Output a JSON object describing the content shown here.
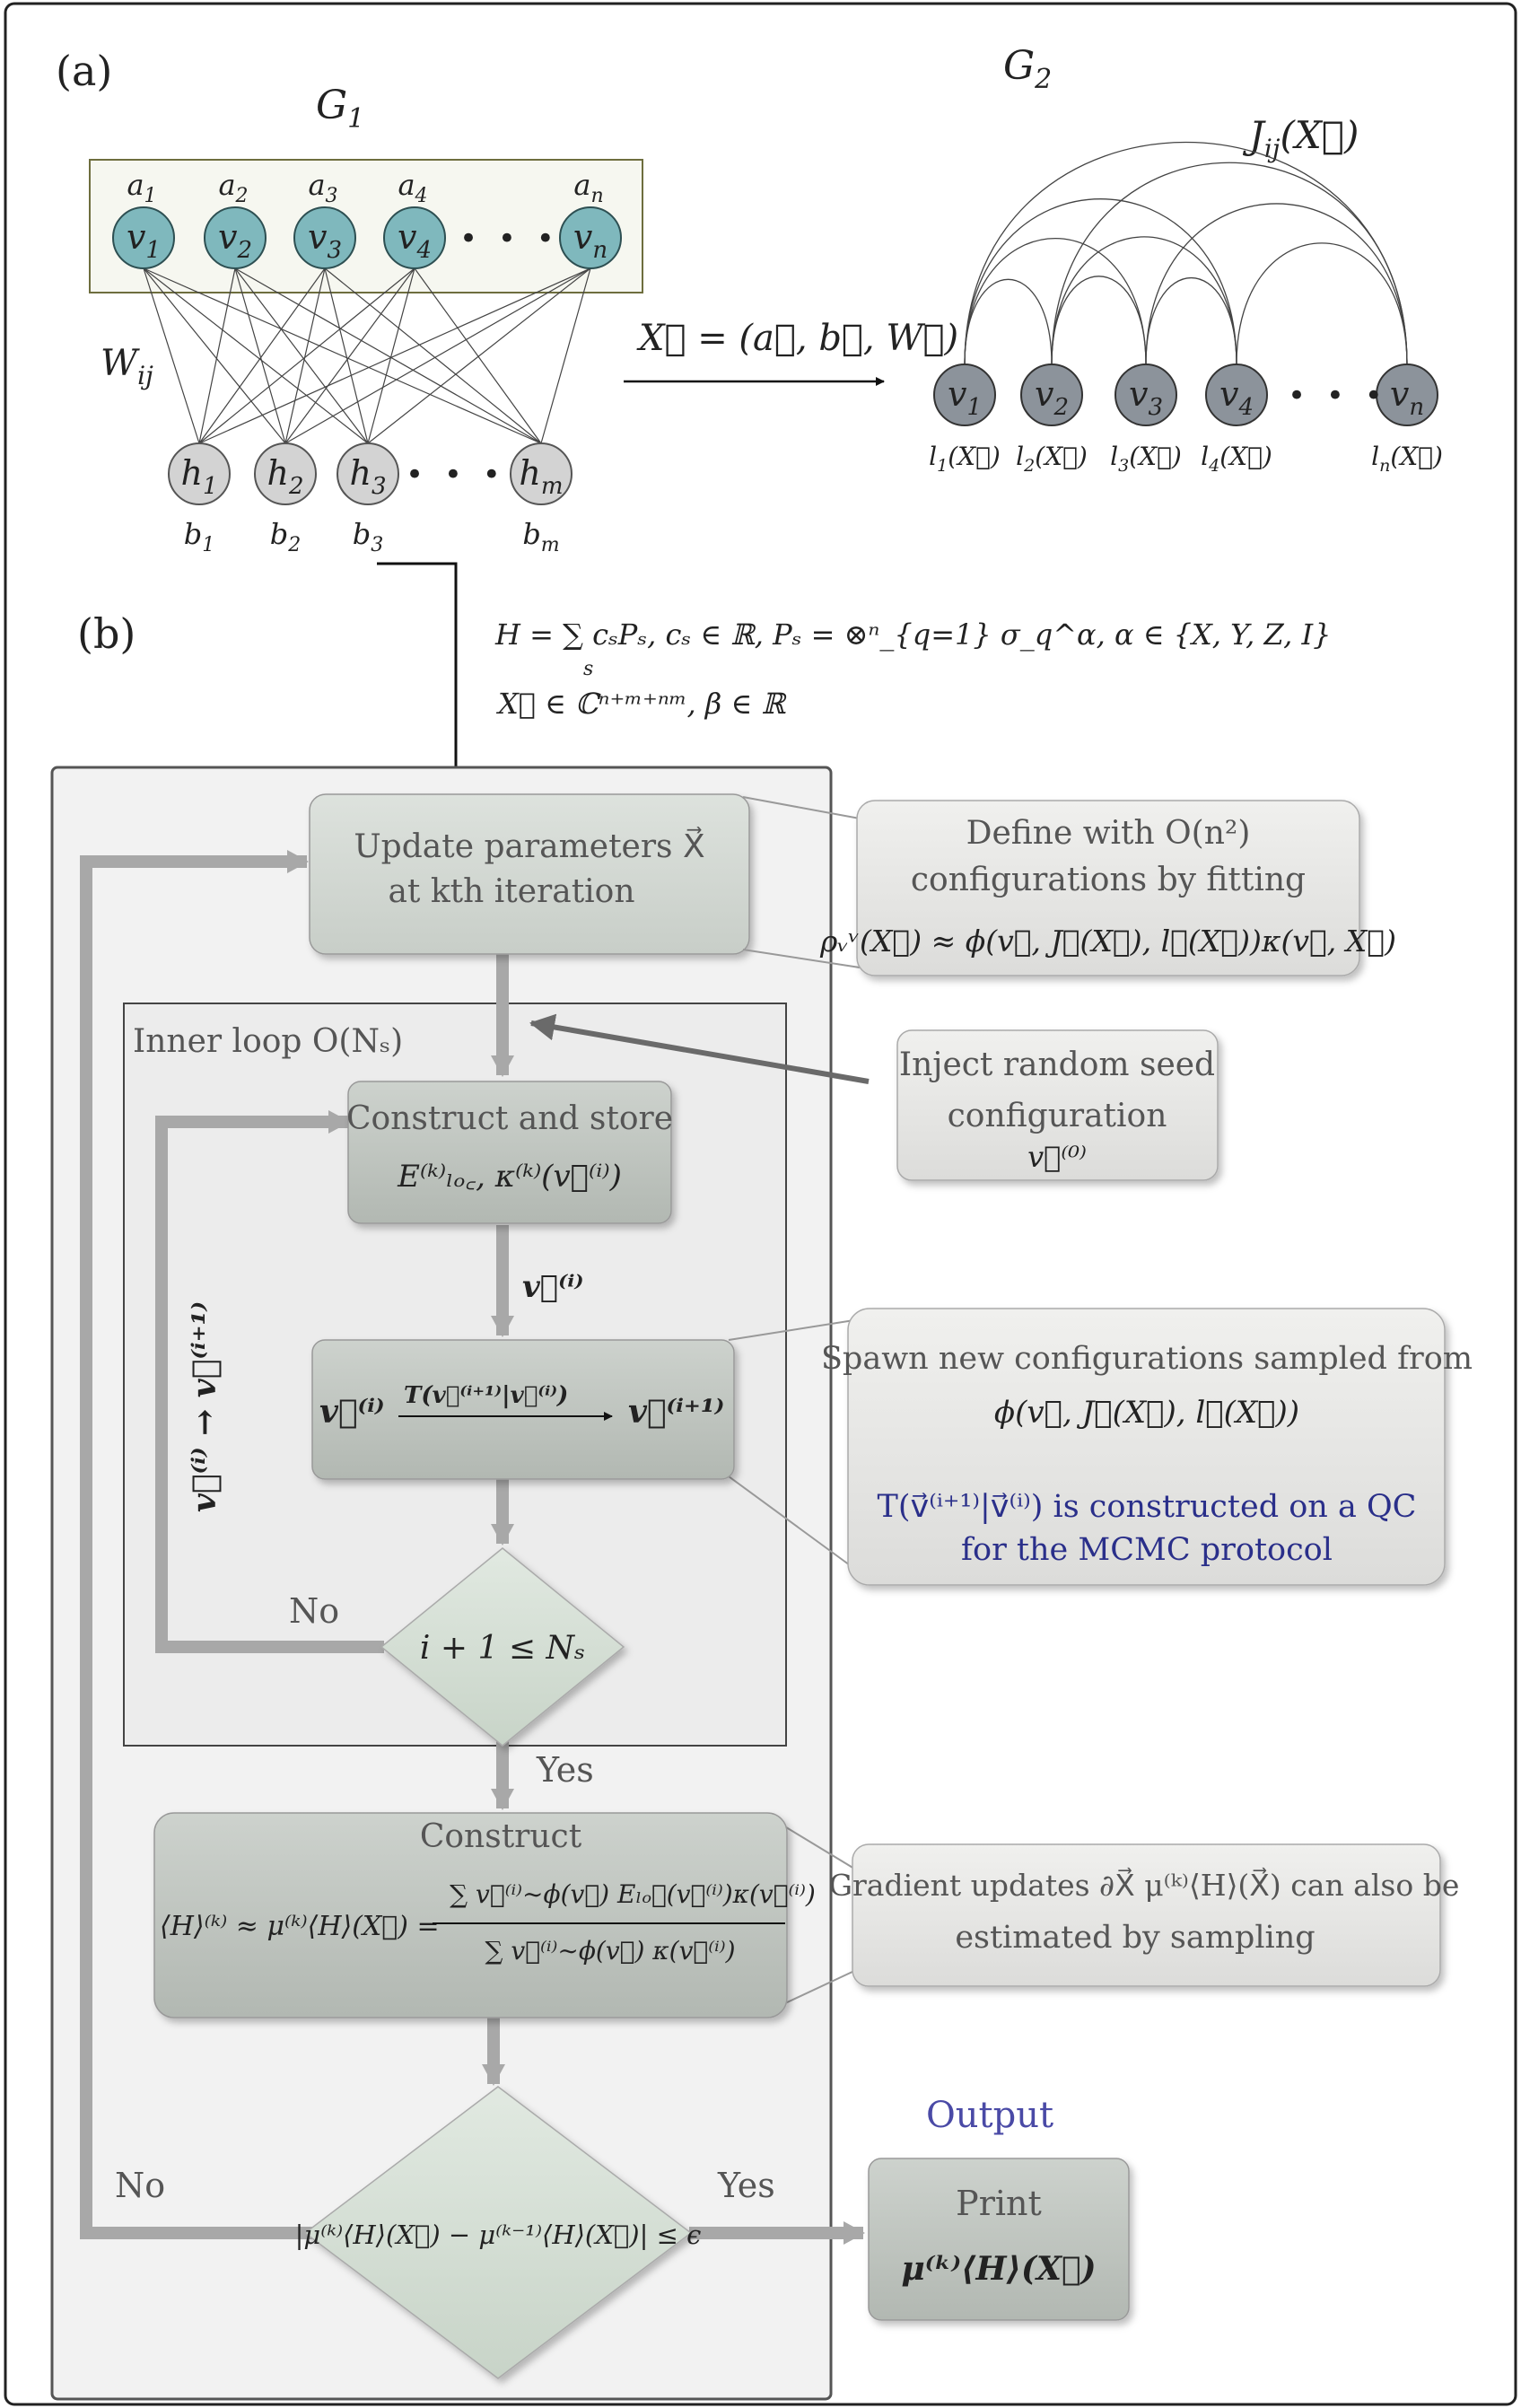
{
  "panel_a": {
    "label": "(a)",
    "g1": {
      "title": "G",
      "title_sub": "1",
      "visible_nodes": [
        {
          "name": "v",
          "sub": "1",
          "bias": "a",
          "bias_sub": "1"
        },
        {
          "name": "v",
          "sub": "2",
          "bias": "a",
          "bias_sub": "2"
        },
        {
          "name": "v",
          "sub": "3",
          "bias": "a",
          "bias_sub": "3"
        },
        {
          "name": "v",
          "sub": "4",
          "bias": "a",
          "bias_sub": "4"
        },
        {
          "name": "v",
          "sub": "n",
          "bias": "a",
          "bias_sub": "n"
        }
      ],
      "hidden_nodes": [
        {
          "name": "h",
          "sub": "1",
          "bias": "b",
          "bias_sub": "1"
        },
        {
          "name": "h",
          "sub": "2",
          "bias": "b",
          "bias_sub": "2"
        },
        {
          "name": "h",
          "sub": "3",
          "bias": "b",
          "bias_sub": "3"
        },
        {
          "name": "h",
          "sub": "m",
          "bias": "b",
          "bias_sub": "m"
        }
      ],
      "ellipsis": "• • •",
      "weight_label": "W",
      "weight_sub": "ij"
    },
    "arrow_label": "X⃗ = (a⃗, b⃗, W⃗)",
    "g2": {
      "title": "G",
      "title_sub": "2",
      "coupling_label": "J",
      "coupling_sub": "ij",
      "coupling_arg": "(X⃗)",
      "nodes": [
        {
          "name": "v",
          "sub": "1",
          "local": "l",
          "local_sub": "1",
          "local_arg": "(X⃗)"
        },
        {
          "name": "v",
          "sub": "2",
          "local": "l",
          "local_sub": "2",
          "local_arg": "(X⃗)"
        },
        {
          "name": "v",
          "sub": "3",
          "local": "l",
          "local_sub": "3",
          "local_arg": "(X⃗)"
        },
        {
          "name": "v",
          "sub": "4",
          "local": "l",
          "local_sub": "4",
          "local_arg": "(X⃗)"
        },
        {
          "name": "v",
          "sub": "n",
          "local": "l",
          "local_sub": "n",
          "local_arg": "(X⃗)"
        }
      ],
      "ellipsis": "• • •"
    }
  },
  "panel_b": {
    "label": "(b)",
    "hamiltonian": "H = ∑ cₛPₛ,  cₛ ∈ ℝ,  Pₛ = ⊗ⁿ_{q=1} σ_q^α,  α ∈ {X, Y, Z, I}",
    "hamiltonian_sum_index": "s",
    "params_domain": "X⃗ ∈ ℂⁿ⁺ᵐ⁺ⁿᵐ,  β ∈ ℝ",
    "update_box": {
      "line1": "Update parameters X⃗",
      "line2": "at kth iteration"
    },
    "define_box": {
      "line1": "Define with O(n²)",
      "line2": "configurations  by fitting",
      "line3": "ρᵥᵛ(X⃗) ≈ ϕ(v⃗, J⃗(X⃗), l⃗(X⃗))κ(v⃗, X⃗)"
    },
    "inner_loop_label": "Inner loop O(Nₛ)",
    "inject_box": {
      "line1": "Inject random seed",
      "line2": "configuration",
      "line3": "v⃗⁽⁰⁾"
    },
    "construct_store_box": {
      "line1": "Construct and store",
      "line2": "E⁽ᵏ⁾ₗₒ꜀,  κ⁽ᵏ⁾(v⃗⁽ⁱ⁾)"
    },
    "vi_label": "v⃗⁽ⁱ⁾",
    "transition_box": {
      "left": "v⃗⁽ⁱ⁾",
      "over": "T(v⃗⁽ⁱ⁺¹⁾|v⃗⁽ⁱ⁾)",
      "right": "v⃗⁽ⁱ⁺¹⁾"
    },
    "loop_back_label": "v⃗⁽ⁱ⁾ → v⃗⁽ⁱ⁺¹⁾",
    "spawn_box": {
      "line1": "Spawn new configurations  sampled from",
      "line2": "ϕ(v⃗, J⃗(X⃗), l⃗(X⃗))",
      "line3": "T(v⃗⁽ⁱ⁺¹⁾|v⃗⁽ⁱ⁾) is constructed on a QC",
      "line4": "for the MCMC protocol"
    },
    "inner_decision": "i + 1 ≤ Nₛ",
    "no_inner": "No",
    "yes_inner": "Yes",
    "construct_box": {
      "title": "Construct",
      "lhs": "⟨H⟩⁽ᵏ⁾ ≈ μ⁽ᵏ⁾⟨H⟩(X⃗) =",
      "numerator": "∑ v⃗⁽ⁱ⁾∼ϕ(v⃗) Eₗₒ꜀(v⃗⁽ⁱ⁾)κ(v⃗⁽ⁱ⁾)",
      "denominator": "∑ v⃗⁽ⁱ⁾∼ϕ(v⃗) κ(v⃗⁽ⁱ⁾)"
    },
    "gradient_box": {
      "line1": "Gradient updates ∂X⃗ μ⁽ᵏ⁾⟨H⟩(X⃗) can also be",
      "line2": "estimated by sampling"
    },
    "outer_decision": "|μ⁽ᵏ⁾⟨H⟩(X⃗) − μ⁽ᵏ⁻¹⁾⟨H⟩(X⃗)| ≤ ϵ",
    "no_outer": "No",
    "yes_outer": "Yes",
    "output_label": "Output",
    "print_box": {
      "line1": "Print",
      "line2": "μ⁽ᵏ⁾⟨H⟩(X⃗)"
    }
  },
  "colors": {
    "visible_node": "#7fb8bd",
    "g2_node": "#8c939b",
    "hidden_node": "#d3d3d3",
    "g1_box_border": "#6e6e3e",
    "update_box": "#d2d8d2",
    "process_box": "#c1c6c1",
    "annotation_box": "#e6e6e4",
    "inner_panel": "#ececec",
    "decision": "#d6e0d6",
    "flow_arrow": "#a8a8a8",
    "output_text": "#4a4aa6",
    "blue_text": "#2a2f8a"
  }
}
